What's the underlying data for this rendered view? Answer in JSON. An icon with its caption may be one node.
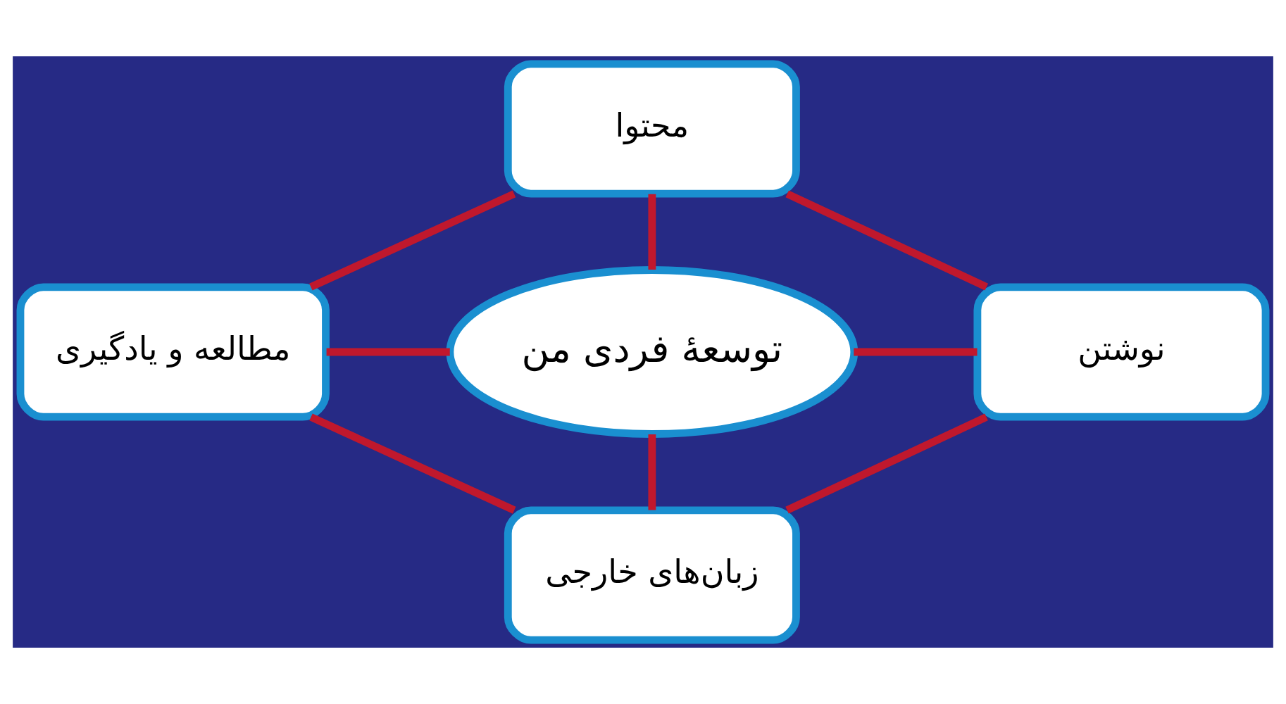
{
  "diagram": {
    "nodes": [
      {
        "text": [
          "محتوا"
        ]
      },
      {
        "text": [
          "مطالعه و یادگیری"
        ]
      },
      {
        "text": [
          "توسعهٔ فردی من"
        ]
      },
      {
        "text": [
          "نوشتن"
        ]
      },
      {
        "text": [
          "زبان‌های خارجی"
        ]
      }
    ],
    "edges": [
      {
        "from": 0,
        "to": 2,
        "arrow": "none"
      },
      {
        "from": 1,
        "to": 2,
        "arrow": "none"
      },
      {
        "from": 2,
        "to": 3,
        "arrow": "none"
      },
      {
        "from": 2,
        "to": 4,
        "arrow": "none"
      },
      {
        "from": 1,
        "to": 0,
        "arrow": "none"
      },
      {
        "from": 0,
        "to": 3,
        "arrow": "none"
      },
      {
        "from": 1,
        "to": 4,
        "arrow": "none"
      },
      {
        "from": 3,
        "to": 4,
        "arrow": "none"
      }
    ]
  }
}
